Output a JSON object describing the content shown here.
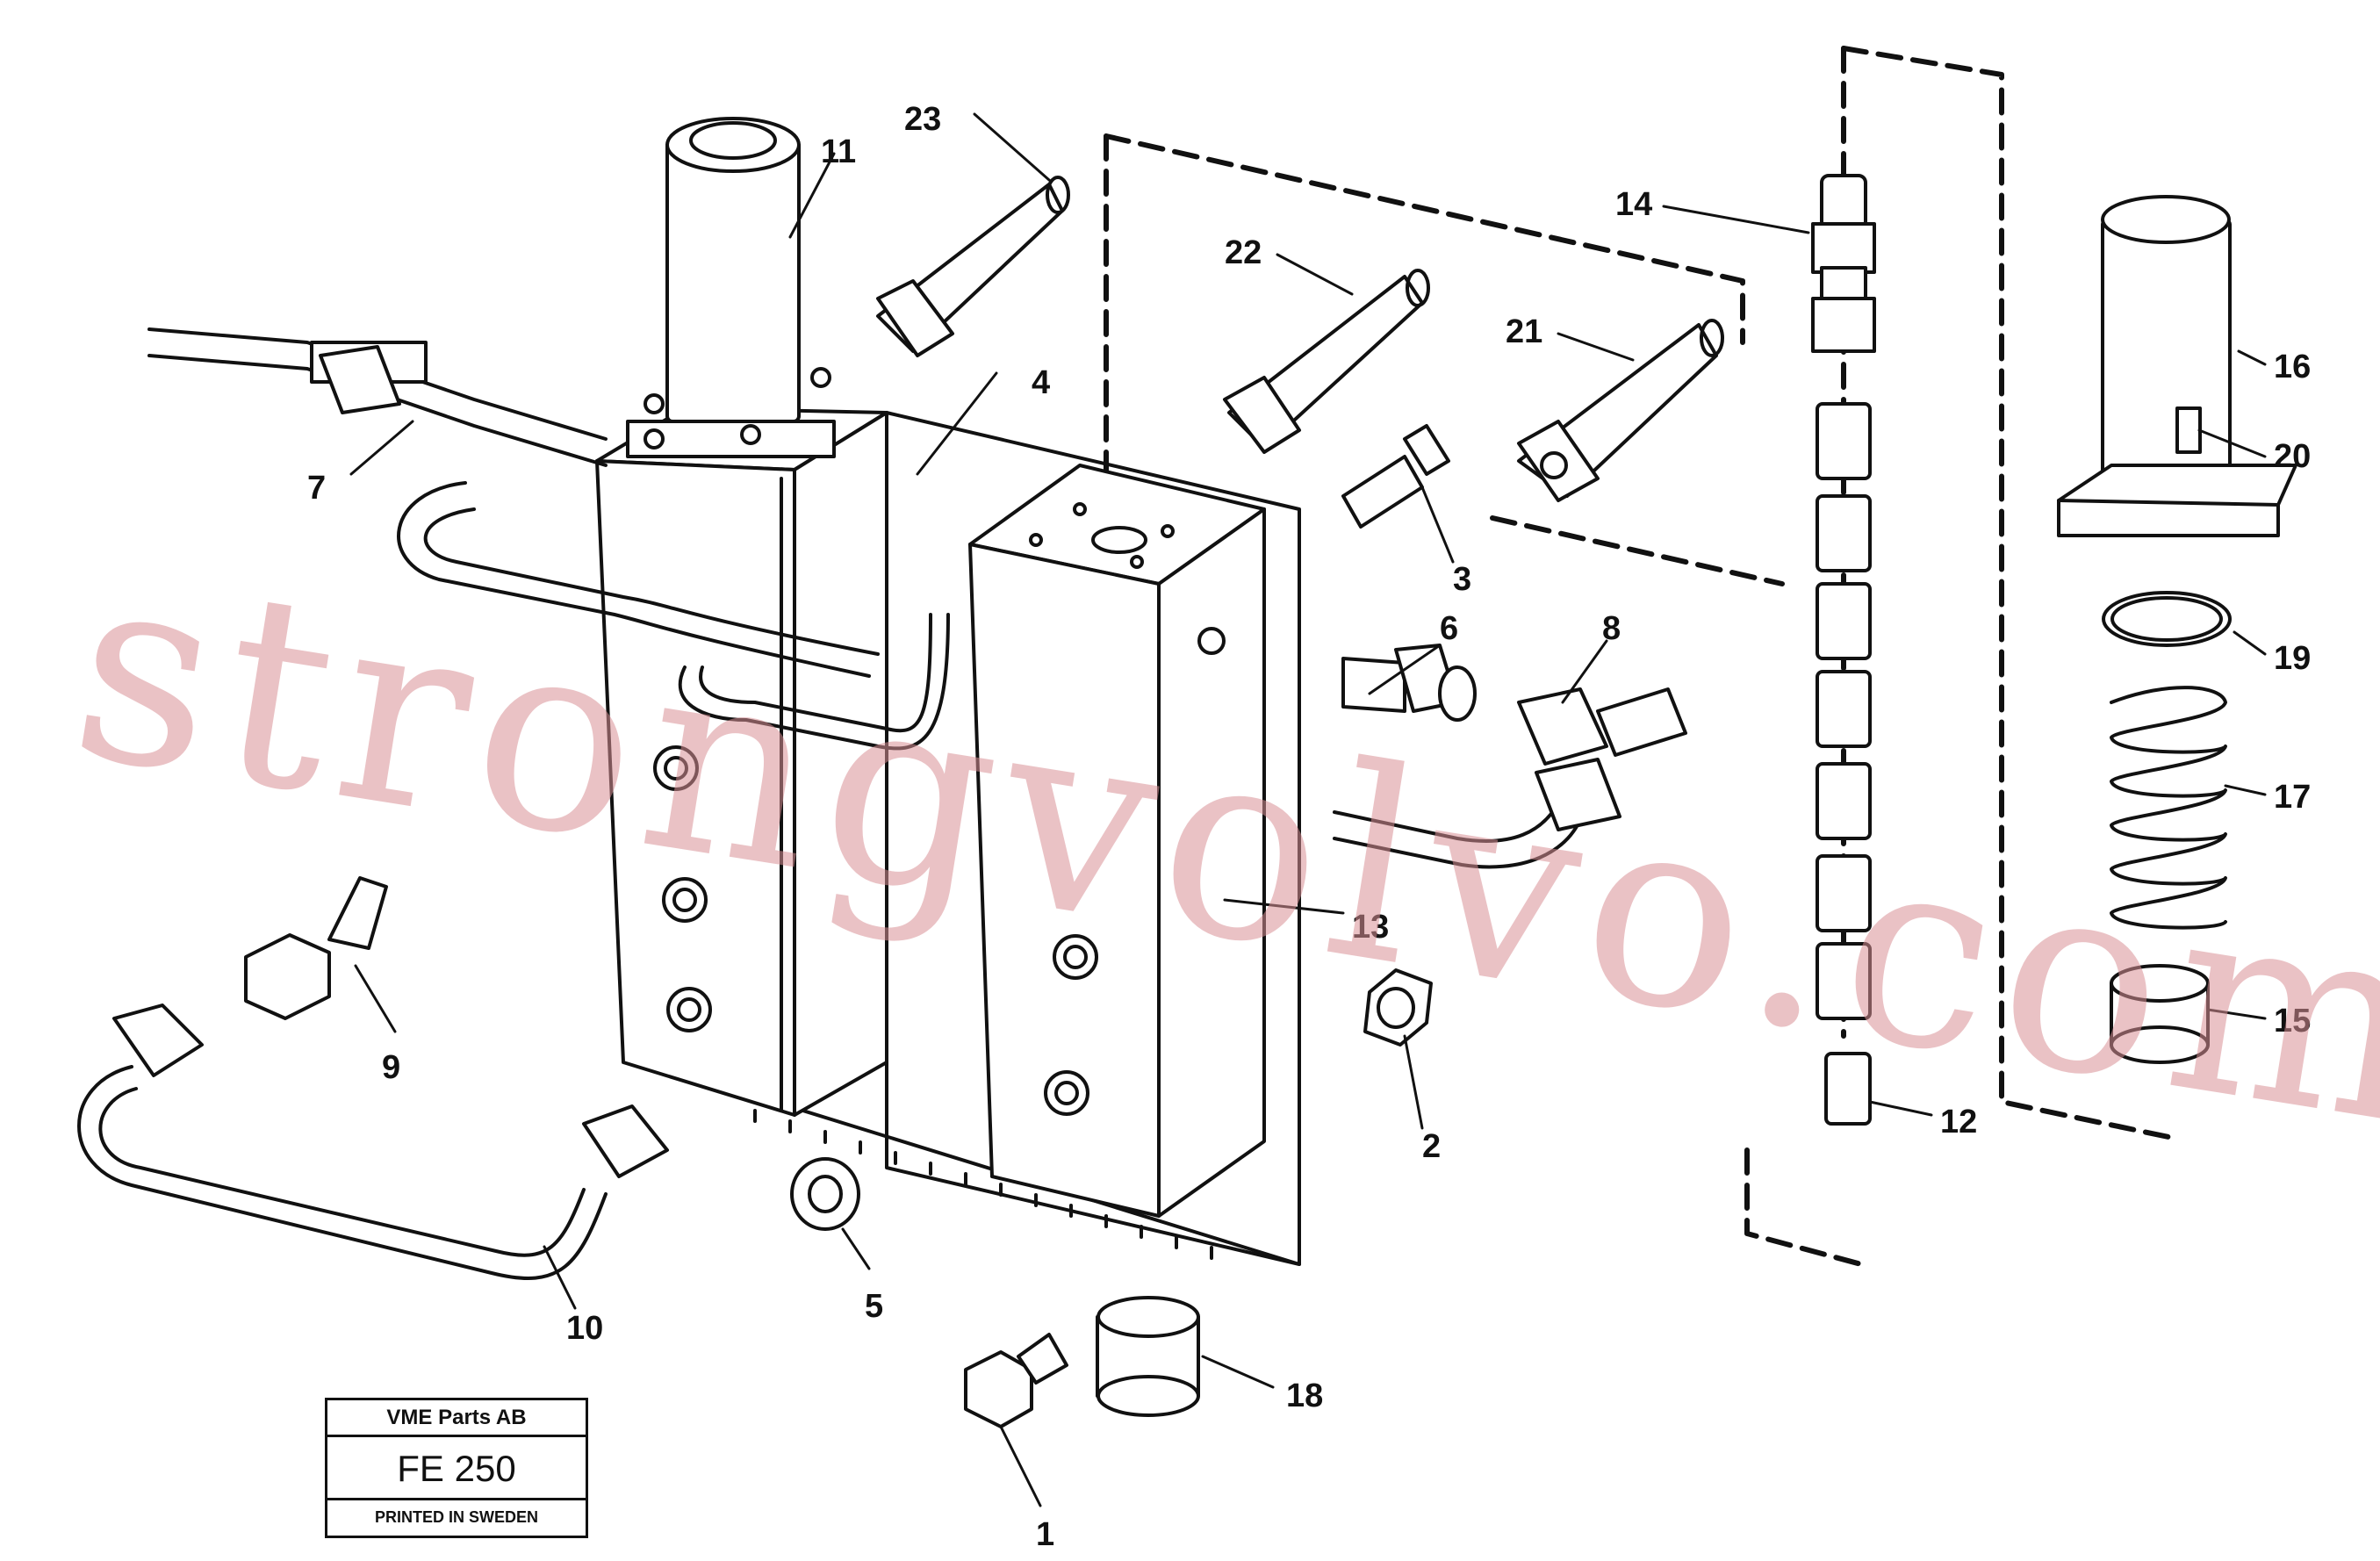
{
  "diagram": {
    "part_labels": {
      "p1": "1",
      "p2": "2",
      "p3": "3",
      "p4": "4",
      "p5": "5",
      "p6": "6",
      "p7": "7",
      "p8": "8",
      "p9": "9",
      "p10": "10",
      "p11": "11",
      "p12": "12",
      "p13": "13",
      "p14": "14",
      "p15": "15",
      "p16": "16",
      "p17": "17",
      "p18": "18",
      "p19": "19",
      "p20": "20",
      "p21": "21",
      "p22": "22",
      "p23": "23"
    },
    "watermark": "strongvolvo.com"
  },
  "title_block": {
    "company": "VME Parts AB",
    "code": "FE 250",
    "printed": "PRINTED IN SWEDEN"
  }
}
